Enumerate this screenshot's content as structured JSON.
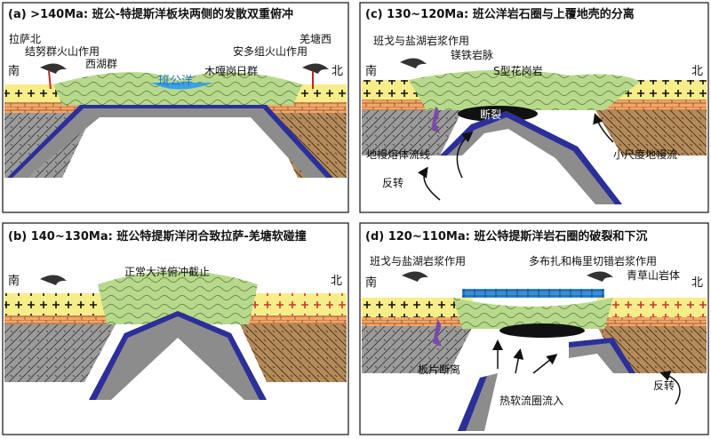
{
  "panel_a": {
    "title": "(a) >140Ma: 班公-特提斯洋板块两侧的发散双重俯冲",
    "lhasa_north": "拉萨北",
    "jienu_volcanism": "结努群火山作用",
    "south": "南",
    "xihu_group": "西湖群",
    "bangong_ocean": "班公洋",
    "mugagangri_group": "木嘎岗日群",
    "anduo_volcanism": "安多组火山作用",
    "qiangtang_west": "羌塘西",
    "north": "北"
  },
  "panel_b": {
    "title": "(b) 140~130Ma: 班公特提斯洋闭合致拉萨-羌塘软碰撞",
    "south": "南",
    "north": "北",
    "subduction_ceased": "正常大洋俯冲截止"
  },
  "panel_c": {
    "title": "(c) 130~120Ma: 班公洋岩石圈与上覆地壳的分离",
    "bange_yanhu_magmatism": "班戈与盐湖岩浆作用",
    "mafic_dykes": "镁铁岩脉",
    "s_type_granite": "S型花岗岩",
    "south": "南",
    "north": "北",
    "fracture": "断裂",
    "mantle_melt_flow": "地幔熔体流线",
    "small_scale_mantle_flow": "小尺度地幔流",
    "rollback": "反转"
  },
  "panel_d": {
    "title": "(d) 120~110Ma: 班公特提斯洋岩石圈的破裂和下沉",
    "bange_yanhu_magmatism": "班戈与盐湖岩浆作用",
    "duobuza_magmatism": "多布扎和梅里切错岩浆作用",
    "qingcaoshan_pluton": "青草山岩体",
    "south": "南",
    "north": "北",
    "slab_breakoff": "板片断离",
    "asthenosphere_inflow": "热软流圈流入",
    "rollback": "反转"
  },
  "colors": {
    "upper_crust_yellow": "#f7ee8a",
    "mid_crust_orange": "#f2a66a",
    "lithosphere_gray": "#9a9a9a",
    "lithosphere_brown": "#b48a5a",
    "accretion_green": "#b8d98c",
    "ocean_blue": "#3aa0e8",
    "slab_blue": "#2b2f9a",
    "slab_gray": "#8c8c8c",
    "magma_red": "#d82020",
    "plume_purple": "#7b4aa8"
  }
}
